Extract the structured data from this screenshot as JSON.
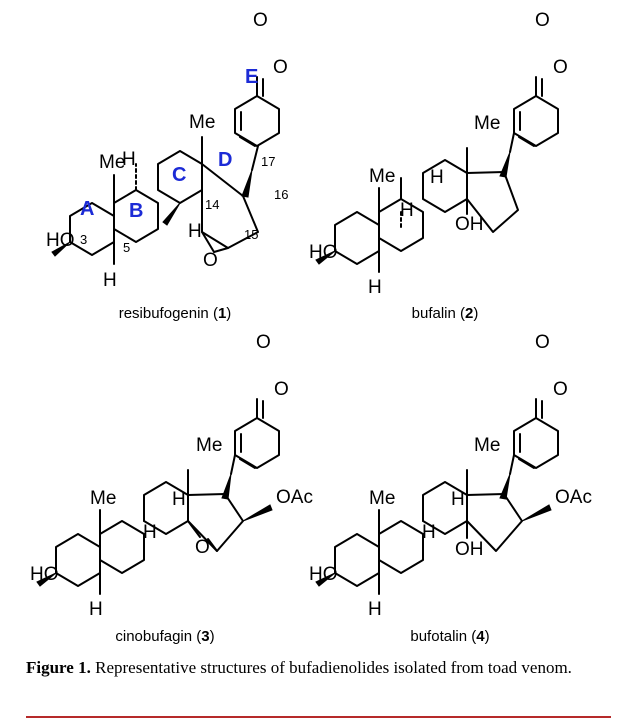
{
  "structures": [
    {
      "id": "resibufogenin",
      "name": "resibufogenin",
      "number": "1",
      "ring_labels": [
        "A",
        "B",
        "C",
        "D",
        "E"
      ],
      "atom_labels": [
        "O",
        "O",
        "Me",
        "Me",
        "H",
        "HO",
        "H",
        "H",
        "O"
      ],
      "locants": [
        "3",
        "5",
        "14",
        "15",
        "16",
        "17"
      ]
    },
    {
      "id": "bufalin",
      "name": "bufalin",
      "number": "2",
      "atom_labels": [
        "O",
        "O",
        "Me",
        "Me",
        "H",
        "H",
        "OH",
        "HO",
        "H"
      ]
    },
    {
      "id": "cinobufagin",
      "name": "cinobufagin",
      "number": "3",
      "atom_labels": [
        "O",
        "O",
        "Me",
        "Me",
        "H",
        "H",
        "OAc",
        "O",
        "HO",
        "H"
      ]
    },
    {
      "id": "bufotalin",
      "name": "bufotalin",
      "number": "4",
      "atom_labels": [
        "O",
        "O",
        "Me",
        "Me",
        "H",
        "H",
        "OAc",
        "OH",
        "HO",
        "H"
      ]
    }
  ],
  "caption": {
    "label": "Figure 1.",
    "text": "Representative structures of bufadienolides isolated from toad venom."
  },
  "colors": {
    "ring_label": "#1c2bd6",
    "rule": "#b62a2a"
  }
}
